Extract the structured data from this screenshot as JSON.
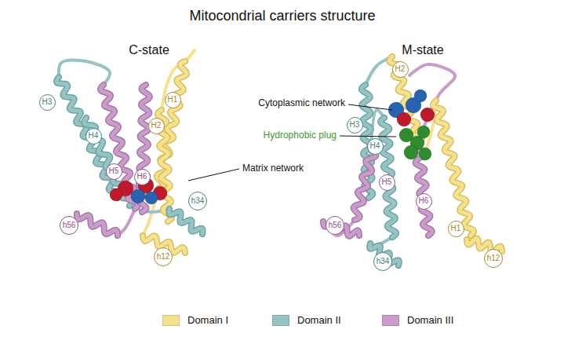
{
  "diagram": {
    "title": "Mitocondrial carriers structure",
    "nodes": [
      {
        "text": [
          "H3"
        ]
      },
      {
        "text": [
          "H1"
        ]
      },
      {
        "text": [
          "H4"
        ]
      },
      {
        "text": [
          "H2"
        ]
      },
      {
        "text": [
          "H5"
        ]
      },
      {
        "text": [
          "H6"
        ]
      },
      {
        "text": [
          "h34"
        ]
      },
      {
        "text": [
          "h56"
        ]
      },
      {
        "text": [
          "h12"
        ]
      },
      {
        "text": [
          "H2"
        ]
      },
      {
        "text": [
          "H3"
        ]
      },
      {
        "text": [
          "H4"
        ]
      },
      {
        "text": [
          "H5"
        ]
      },
      {
        "text": [
          "H6"
        ]
      },
      {
        "text": [
          "H1"
        ]
      },
      {
        "text": [
          "h56"
        ]
      },
      {
        "text": [
          "h34"
        ]
      },
      {
        "text": [
          "h12"
        ]
      }
    ],
    "labels": [
      "C-state",
      "M-state",
      "Cytoplasmic network",
      "Hydrophobic plug",
      "Matrix network"
    ],
    "legend": [
      {
        "text": "Domain I",
        "color": "#f6e28c"
      },
      {
        "text": "Domain II",
        "color": "#95c4c4"
      },
      {
        "text": "Domain III",
        "color": "#c99cca"
      }
    ]
  }
}
